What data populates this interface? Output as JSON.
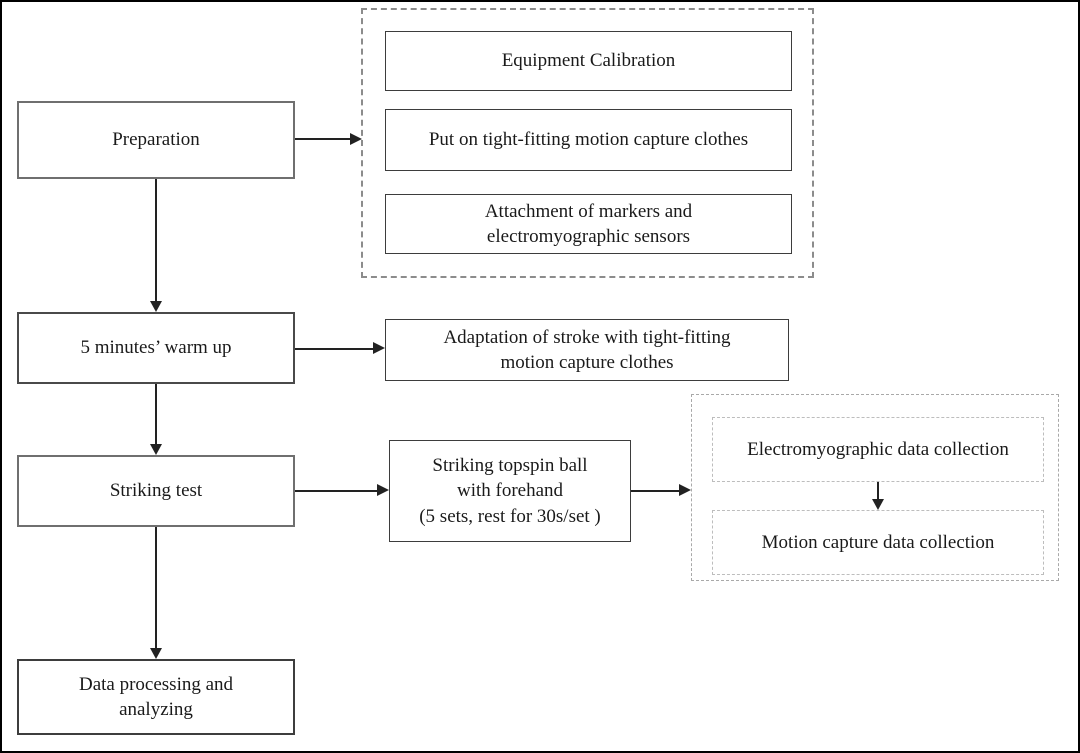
{
  "figure": {
    "type": "flowchart",
    "description": "Experimental procedure flowchart"
  },
  "boxes": {
    "preparation": {
      "label": "Preparation"
    },
    "equipment_calibration": {
      "label": "Equipment Calibration"
    },
    "put_on_clothes": {
      "label": "Put on tight-fitting motion capture clothes"
    },
    "attachment": {
      "lines": [
        "Attachment of markers and",
        "electromyographic sensors"
      ]
    },
    "warm_up": {
      "label": "5 minutes’ warm up"
    },
    "adaptation": {
      "lines": [
        "Adaptation of stroke with tight-fitting",
        "motion capture clothes"
      ]
    },
    "striking_test": {
      "label": "Striking test"
    },
    "striking_detail": {
      "lines": [
        "Striking topspin ball",
        "with forehand",
        "(5 sets, rest for 30s/set )"
      ]
    },
    "emg_collection": {
      "label": "Electromyographic data collection"
    },
    "mocap_collection": {
      "label": "Motion capture data collection"
    },
    "data_processing": {
      "lines": [
        "Data processing and",
        "analyzing"
      ]
    }
  },
  "colors": {
    "background": "#ffffff",
    "frame_border": "#000000",
    "box_border_gray": "#6f6f6f",
    "box_border_dark": "#3d3d3d",
    "dashed_group_border": "#8c8c8c",
    "dashed_inner_border": "#bdbdbd",
    "arrow": "#222222",
    "text": "#1a1a1a"
  }
}
